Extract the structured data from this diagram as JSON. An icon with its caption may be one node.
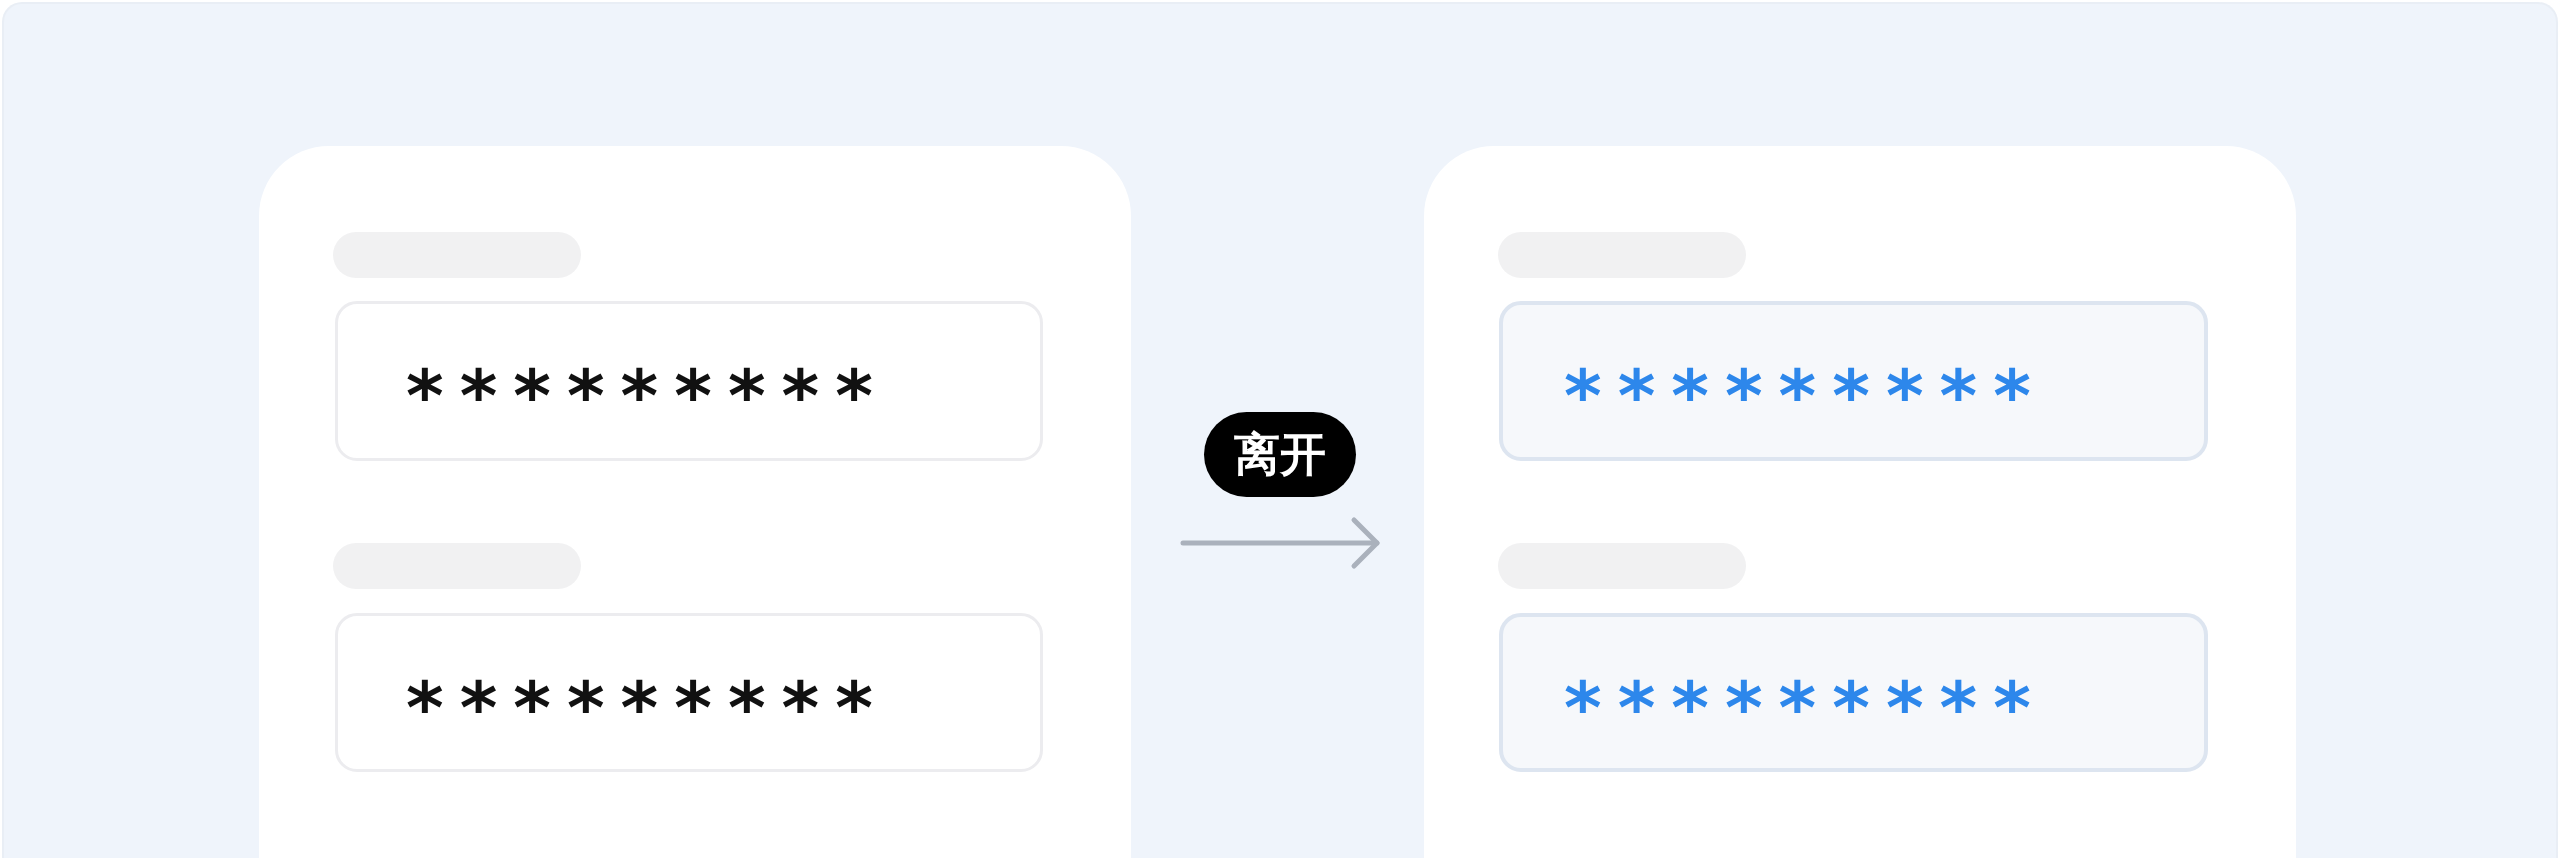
{
  "diagram": {
    "nodes": [
      {
        "text": [],
        "shape": "box"
      },
      {
        "text": [],
        "shape": "bar",
        "in": 0
      },
      {
        "text": [
          "*********"
        ],
        "in": 0
      },
      {
        "text": [],
        "shape": "bar",
        "in": 0
      },
      {
        "text": [
          "*********"
        ],
        "in": 0
      },
      {
        "text": [],
        "shape": "box"
      },
      {
        "text": [],
        "shape": "bar",
        "in": 5
      },
      {
        "text": [
          "*********"
        ],
        "in": 5
      },
      {
        "text": [],
        "shape": "bar",
        "in": 5
      },
      {
        "text": [
          "*********"
        ],
        "in": 5
      }
    ],
    "edges": [
      {
        "from": 0,
        "to": 5,
        "arrow": "to",
        "label": "离开"
      }
    ]
  }
}
